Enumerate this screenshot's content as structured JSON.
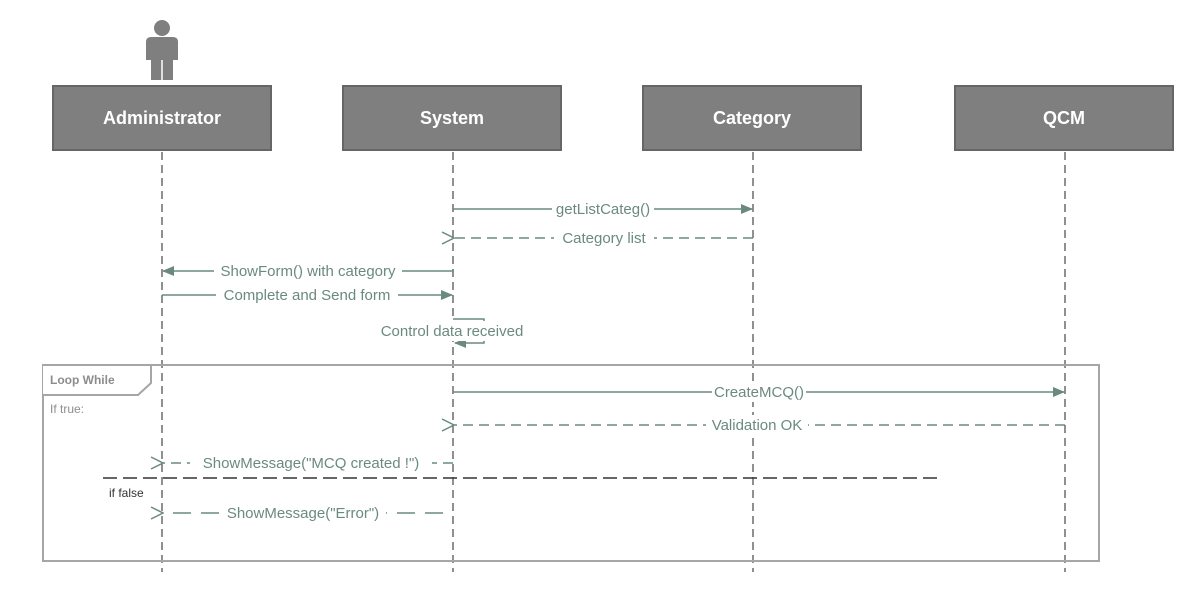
{
  "diagram": {
    "type": "sequence",
    "participants": [
      {
        "id": "admin",
        "label": "Administrator",
        "actor": true
      },
      {
        "id": "system",
        "label": "System"
      },
      {
        "id": "category",
        "label": "Category"
      },
      {
        "id": "qcm",
        "label": "QCM"
      }
    ],
    "messages": [
      {
        "label": "getListCateg()",
        "kind": "sync"
      },
      {
        "label": "Category list",
        "kind": "return"
      },
      {
        "label": "ShowForm() with category",
        "kind": "sync"
      },
      {
        "label": "Complete and Send form",
        "kind": "sync"
      },
      {
        "label": "Control data received",
        "kind": "self"
      },
      {
        "label": "CreateMCQ()",
        "kind": "sync"
      },
      {
        "label": "Validation OK",
        "kind": "return"
      },
      {
        "label": "ShowMessage(\"MCQ created !\")",
        "kind": "return"
      },
      {
        "label": "ShowMessage(\"Error\")",
        "kind": "return"
      }
    ],
    "fragment": {
      "title": "Loop While",
      "guard": "If true:",
      "else_label": "if false"
    }
  },
  "colors": {
    "participant_fill": "#7f7f7f",
    "participant_border": "#666666",
    "arrow": "#6a8a80",
    "lifeline": "#555555",
    "frame": "#a6a6a6"
  }
}
